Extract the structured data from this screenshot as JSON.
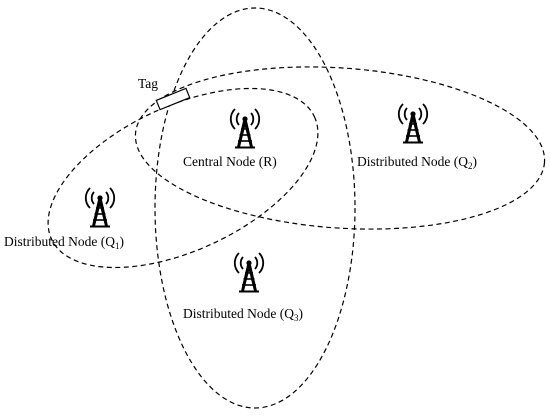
{
  "tag": {
    "label": "Tag"
  },
  "nodes": {
    "central": {
      "label": "Central Node (R)",
      "icon": "antenna-tower-icon"
    },
    "q1": {
      "label_main": "Distributed Node (Q",
      "label_sub": "1",
      "label_close": ")",
      "icon": "antenna-tower-icon"
    },
    "q2": {
      "label_main": "Distributed Node (Q",
      "label_sub": "2",
      "label_close": ")",
      "icon": "antenna-tower-icon"
    },
    "q3": {
      "label_main": "Distributed Node (Q",
      "label_sub": "3",
      "label_close": ")",
      "icon": "antenna-tower-icon"
    }
  }
}
